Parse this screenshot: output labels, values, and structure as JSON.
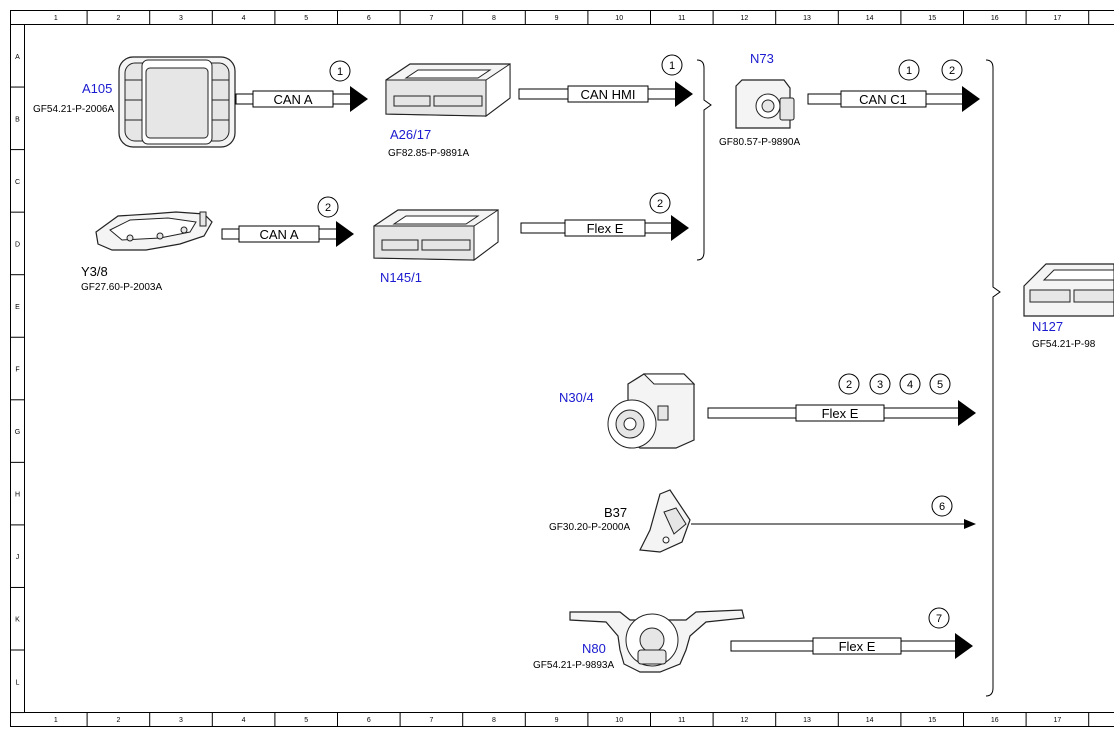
{
  "frame": {
    "columns": [
      "1",
      "2",
      "3",
      "4",
      "5",
      "6",
      "7",
      "8",
      "9",
      "10",
      "11",
      "12",
      "13",
      "14",
      "15",
      "16",
      "17"
    ],
    "rows": [
      "A",
      "B",
      "C",
      "D",
      "E",
      "F",
      "G",
      "H",
      "J",
      "K",
      "L"
    ]
  },
  "components": [
    {
      "id": "A105",
      "ref": "GF54.21-P-2006A"
    },
    {
      "id": "A26/17",
      "ref": "GF82.85-P-9891A"
    },
    {
      "id": "N73",
      "ref": "GF80.57-P-9890A"
    },
    {
      "id": "Y3/8",
      "ref": "GF27.60-P-2003A"
    },
    {
      "id": "N145/1",
      "ref": ""
    },
    {
      "id": "N127",
      "ref": "GF54.21-P-98"
    },
    {
      "id": "N30/4",
      "ref": ""
    },
    {
      "id": "B37",
      "ref": "GF30.20-P-2000A"
    },
    {
      "id": "N80",
      "ref": "GF54.21-P-9893A"
    }
  ],
  "connections": [
    {
      "bus": "CAN A",
      "markers": [
        "1"
      ]
    },
    {
      "bus": "CAN HMI",
      "markers": [
        "1"
      ]
    },
    {
      "bus": "CAN C1",
      "markers": [
        "1",
        "2"
      ]
    },
    {
      "bus": "CAN A",
      "markers": [
        "2"
      ]
    },
    {
      "bus": "Flex E",
      "markers": [
        "2"
      ]
    },
    {
      "bus": "Flex E",
      "markers": [
        "2",
        "3",
        "4",
        "5"
      ]
    },
    {
      "bus": "",
      "markers": [
        "6"
      ]
    },
    {
      "bus": "Flex E",
      "markers": [
        "7"
      ]
    }
  ]
}
